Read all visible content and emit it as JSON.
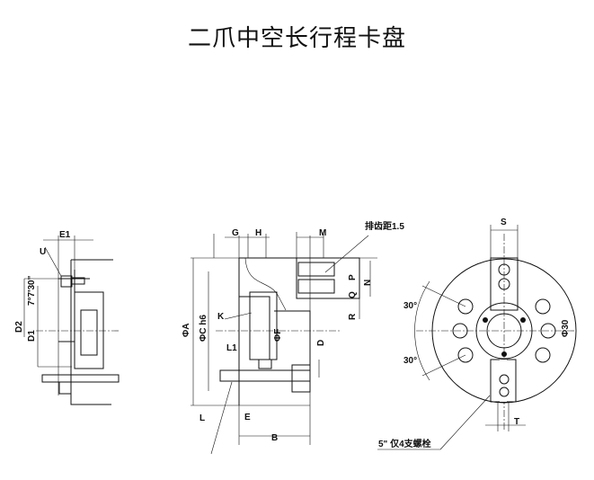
{
  "title": "二爪中空长行程卡盘",
  "labels": {
    "e1": "E1",
    "u": "U",
    "angle_taper": "7°7'30\"",
    "d2": "D2",
    "d1": "D1",
    "phi_a": "ΦA",
    "phi_c": "ΦC h6",
    "g": "G",
    "h": "H",
    "m": "M",
    "tooth_pitch": "排齿距1.5",
    "p": "P",
    "q": "Q",
    "n": "N",
    "r": "R",
    "k": "K",
    "phi_f": "ΦF",
    "l1": "L1",
    "d": "D",
    "l": "L",
    "e": "E",
    "b": "B",
    "s": "S",
    "t": "T",
    "angle_top": "30°",
    "angle_bottom": "30°",
    "bolt_note": "5\" 仅4支螺栓",
    "phi_small": "Φ30"
  }
}
